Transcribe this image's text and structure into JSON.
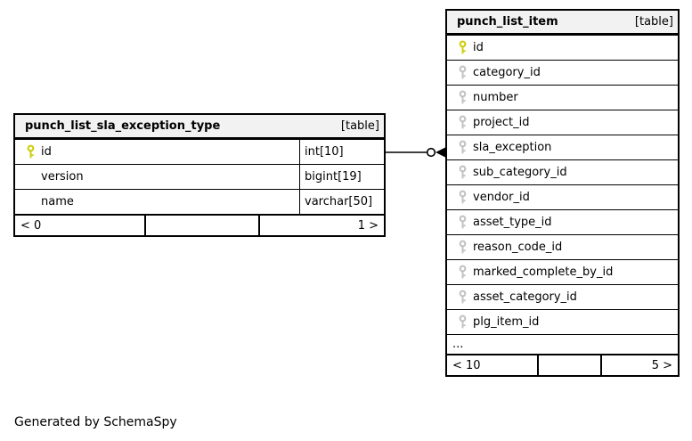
{
  "page": {
    "caption": "Generated by SchemaSpy"
  },
  "colors": {
    "table_border": "#000000",
    "header_bg": "#f2f2f2",
    "row_bg": "#ffffff",
    "text": "#000000",
    "primary_key_icon": "#cccc00",
    "foreign_key_icon": "#c0c0c0",
    "relation_line": "#000000"
  },
  "tables": [
    {
      "name": "punch_list_sla_exception_type",
      "badge": "[table]",
      "columns": [
        {
          "name": "id",
          "type": "int[10]",
          "key": "primary"
        },
        {
          "name": "version",
          "type": "bigint[19]",
          "key": "none"
        },
        {
          "name": "name",
          "type": "varchar[50]",
          "key": "none"
        }
      ],
      "footer": {
        "left": "< 0",
        "middle": "",
        "right": "1 >"
      }
    },
    {
      "name": "punch_list_item",
      "badge": "[table]",
      "columns": [
        {
          "name": "id",
          "key": "primary"
        },
        {
          "name": "category_id",
          "key": "foreign"
        },
        {
          "name": "number",
          "key": "foreign"
        },
        {
          "name": "project_id",
          "key": "foreign"
        },
        {
          "name": "sla_exception",
          "key": "foreign"
        },
        {
          "name": "sub_category_id",
          "key": "foreign"
        },
        {
          "name": "vendor_id",
          "key": "foreign"
        },
        {
          "name": "asset_type_id",
          "key": "foreign"
        },
        {
          "name": "reason_code_id",
          "key": "foreign"
        },
        {
          "name": "marked_complete_by_id",
          "key": "foreign"
        },
        {
          "name": "asset_category_id",
          "key": "foreign"
        },
        {
          "name": "plg_item_id",
          "key": "foreign"
        }
      ],
      "ellipsis": "...",
      "footer": {
        "left": "< 10",
        "middle": "",
        "right": "5 >"
      }
    }
  ],
  "relationship": {
    "from_table": "punch_list_sla_exception_type",
    "from_column": "id",
    "to_table": "punch_list_item",
    "to_column": "sla_exception"
  }
}
